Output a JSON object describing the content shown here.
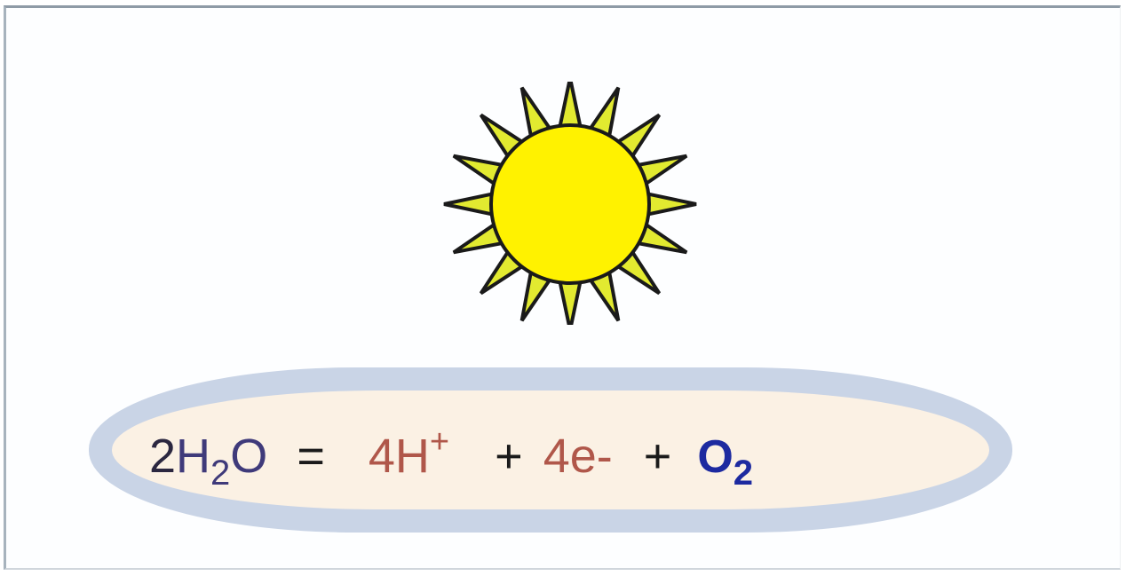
{
  "equation": {
    "coef_water": "2",
    "water_h": "H",
    "water_h_sub": "2",
    "water_o": "O",
    "equals": "=",
    "coef_proton": "4H",
    "proton_charge": "+",
    "plus1": "+",
    "electrons": "4e-",
    "plus2": "+",
    "oxygen": "O",
    "oxygen_sub": "2"
  },
  "colors": {
    "reactant": "#2b2740",
    "water": "#3f3a7a",
    "proton": "#b0574a",
    "operator": "#1a1a1a",
    "oxygen": "#1d2aa0",
    "sun_core": "#fff200",
    "sun_rays": "#e2ea30",
    "pill_outer": "#c9d4e6",
    "pill_inner": "#fbf1e4"
  },
  "icons": {
    "sun": "sun-icon"
  }
}
